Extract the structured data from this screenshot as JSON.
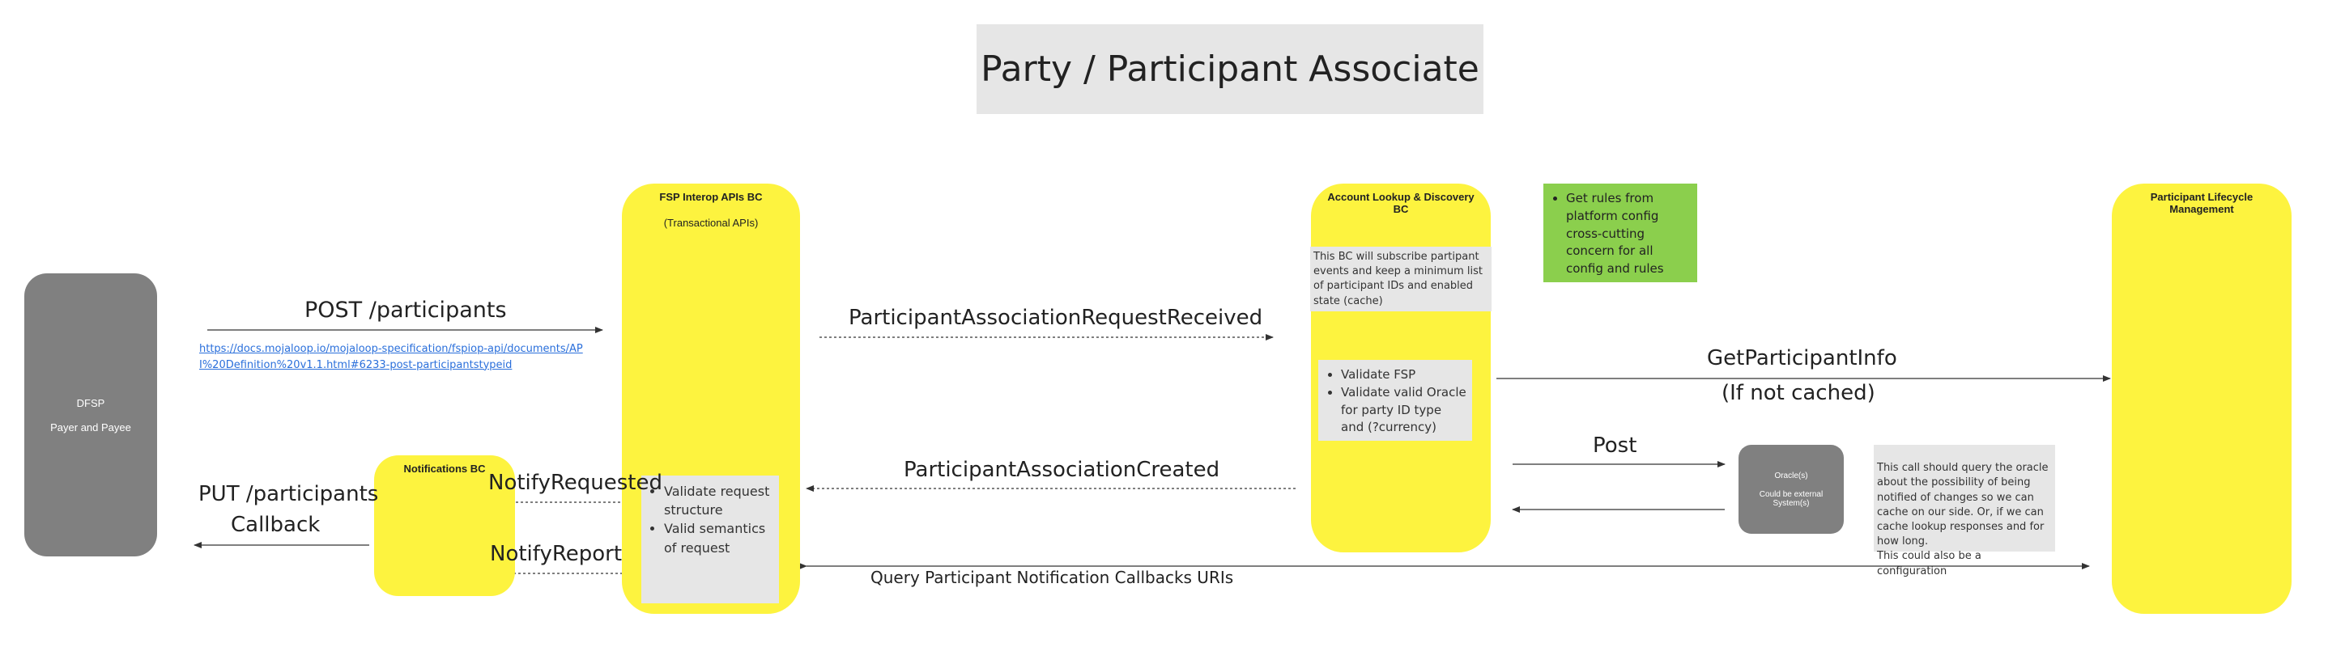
{
  "title": "Party / Participant Associate",
  "nodes": {
    "dfsp": {
      "title": "DFSP",
      "subtitle": "Payer and Payee"
    },
    "fsp_interop": {
      "title": "FSP Interop APIs BC",
      "subtitle": "(Transactional APIs)"
    },
    "notifications": {
      "title": "Notifications BC"
    },
    "account_lookup": {
      "title": "Account Lookup & Discovery BC"
    },
    "participant_lifecycle": {
      "title": "Participant Lifecycle Management"
    },
    "oracle": {
      "title": "Oracle(s)",
      "subtitle": "Could be external System(s)"
    }
  },
  "notes": {
    "interop_validation": [
      "Validate request structure",
      "Valid semantics of request"
    ],
    "account_lookup_info": "This BC will subscribe partipant events and keep a minimum list of participant IDs and enabled state (cache)",
    "account_lookup_validation": [
      "Validate FSP",
      "Validate valid Oracle for party ID type and (?currency)"
    ],
    "platform_config": [
      "Get rules from platform config cross-cutting concern for all config and rules"
    ],
    "oracle_note": "This call should query the oracle about the possibility of being notified of changes so we can cache on our side. Or, if we can cache lookup responses and for how long.\nThis could also be a configuration"
  },
  "edges": {
    "post_participants": "POST /participants",
    "post_participants_link": "https://docs.mojaloop.io/mojaloop-specification/fspiop-api/documents/API%20Definition%20v1.1.html#6233-post-participantstypeid",
    "put_participants": "PUT /participants",
    "callback": "Callback",
    "notify_requested": "NotifyRequested",
    "notify_report": "NotifyReport",
    "association_request_received": "ParticipantAssociationRequestReceived",
    "association_created": "ParticipantAssociationCreated",
    "get_participant_info": "GetParticipantInfo",
    "if_not_cached": "(If not cached)",
    "post": "Post",
    "query_callbacks": "Query Participant Notification Callbacks URIs"
  },
  "colors": {
    "bc_yellow": "#fdf33f",
    "node_gray": "#808080",
    "note_gray": "#e6e6e6",
    "config_green": "#8bcf4d"
  }
}
